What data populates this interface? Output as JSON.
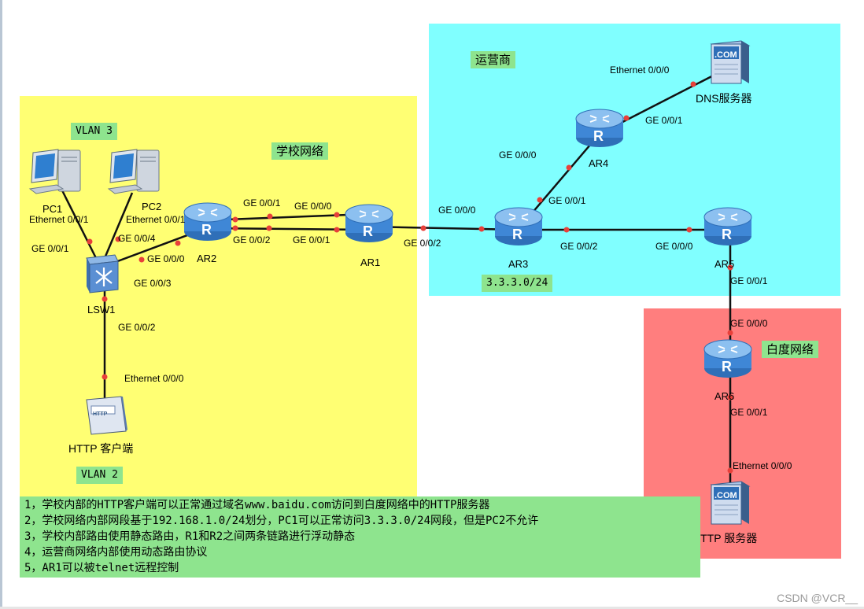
{
  "colors": {
    "school_zone": "#ffff73",
    "isp_zone": "#80ffff",
    "baidu_zone": "#ff7e7e",
    "tag_bg": "#8ee48e",
    "link": "#111111",
    "port_dot": "#e8403a"
  },
  "zones": {
    "school": "学校网络",
    "isp": "运营商",
    "baidu": "白度网络"
  },
  "tags": {
    "vlan3": "VLAN 3",
    "vlan2": "VLAN 2",
    "isp_subnet": "3.3.3.0/24"
  },
  "devices": {
    "pc1": "PC1",
    "pc2": "PC2",
    "lsw1": "LSW1",
    "http_client": "HTTP 客户端",
    "ar1": "AR1",
    "ar2": "AR2",
    "ar3": "AR3",
    "ar4": "AR4",
    "ar5": "AR5",
    "ar6": "AR6",
    "dns_server": "DNS服务器",
    "http_server": "HTTP 服务器",
    "server_badge": ".COM",
    "client_badge": "HTTP",
    "router_letter": "R"
  },
  "ports": {
    "pc1_eth": "Ethernet 0/0/1",
    "pc2_eth": "Ethernet 0/0/1",
    "lsw_ge001": "GE 0/0/1",
    "lsw_ge004": "GE 0/0/4",
    "lsw_ge000": "GE 0/0/0",
    "lsw_ge003": "GE 0/0/3",
    "lsw_ge002": "GE 0/0/2",
    "client_eth": "Ethernet 0/0/0",
    "ar2_ge001": "GE 0/0/1",
    "ar2_ge002": "GE 0/0/2",
    "ar1_ge000": "GE 0/0/0",
    "ar1_ge001": "GE 0/0/1",
    "ar1_ge002": "GE 0/0/2",
    "ar3_ge000": "GE 0/0/0",
    "ar3_ge001": "GE 0/0/1",
    "ar3_ge002": "GE 0/0/2",
    "ar4_ge000": "GE 0/0/0",
    "ar4_ge001": "GE 0/0/1",
    "dns_eth": "Ethernet 0/0/0",
    "ar5_ge000": "GE 0/0/0",
    "ar5_ge001": "GE 0/0/1",
    "ar6_ge000": "GE 0/0/0",
    "ar6_ge001": "GE 0/0/1",
    "http_eth": "Ethernet 0/0/0"
  },
  "requirements": [
    "1，学校内部的HTTP客户端可以正常通过域名www.baidu.com访问到白度网络中的HTTP服务器",
    "2，学校网络内部网段基于192.168.1.0/24划分，PC1可以正常访问3.3.3.0/24网段，但是PC2不允许",
    "3，学校内部路由使用静态路由，R1和R2之间两条链路进行浮动静态",
    "4，运营商网络内部使用动态路由协议",
    "5，AR1可以被telnet远程控制"
  ],
  "watermark": "CSDN @VCR__"
}
